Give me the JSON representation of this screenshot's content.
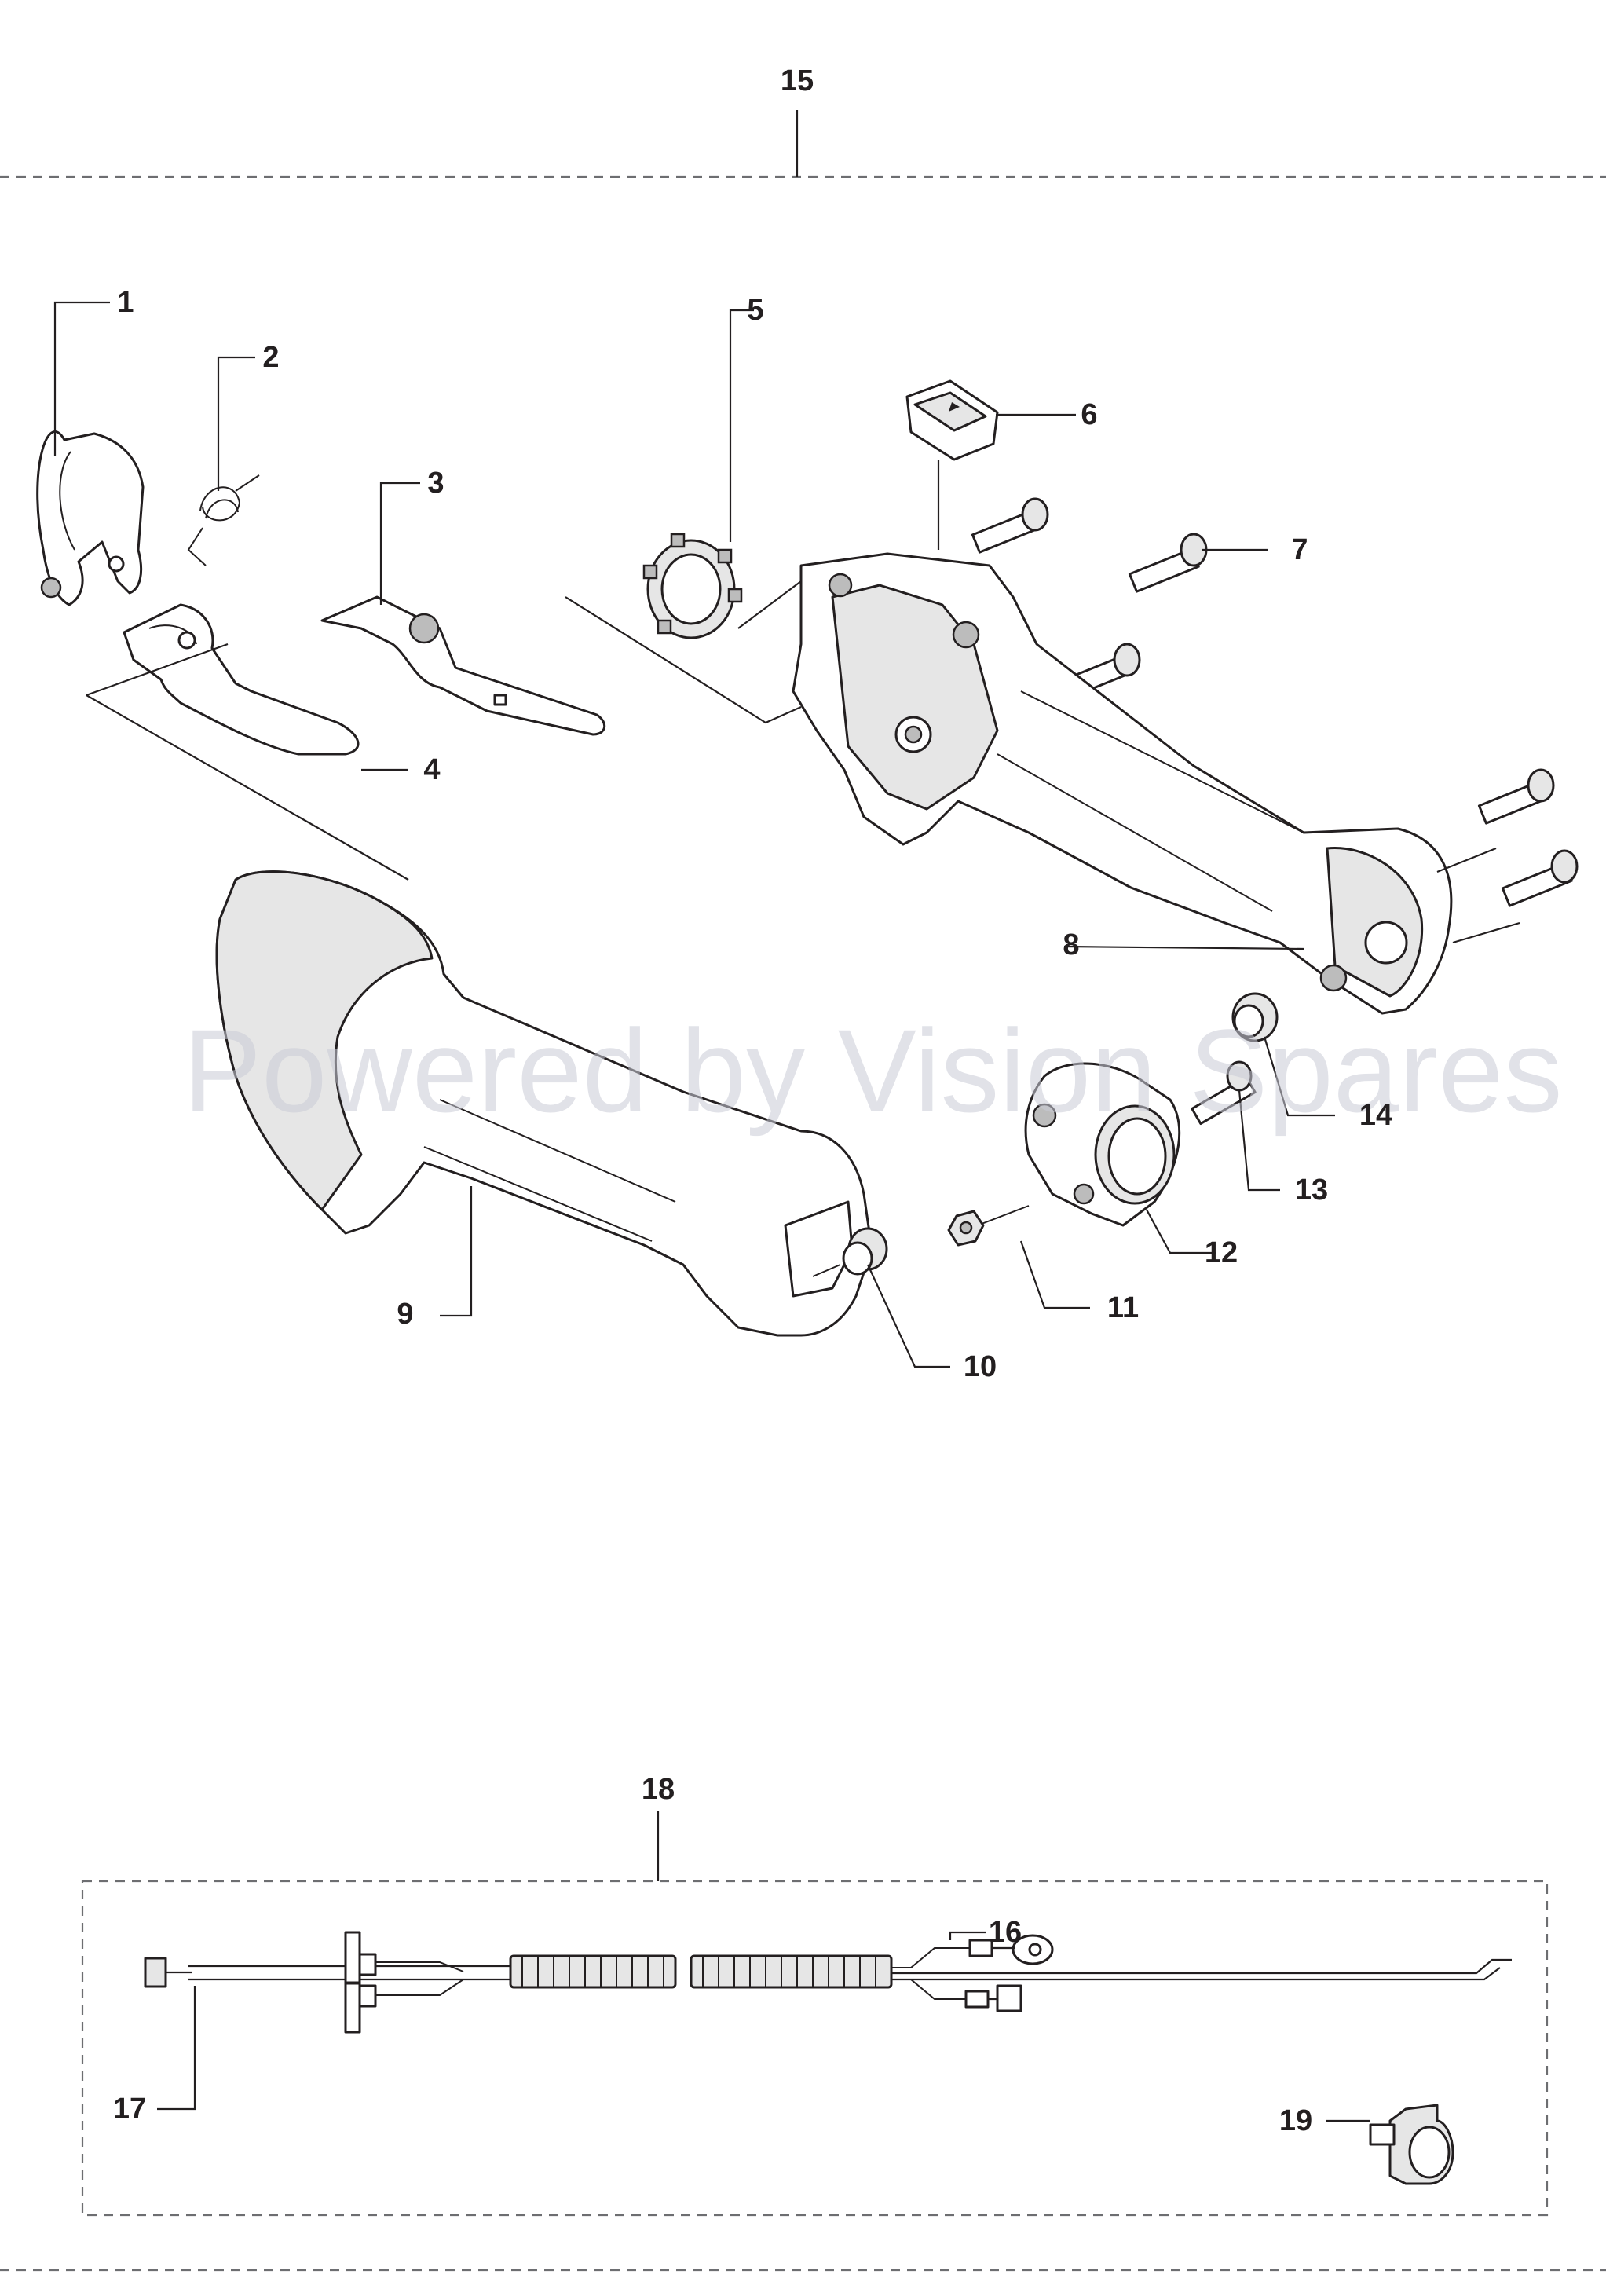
{
  "watermark": "Powered by Vision Spares",
  "callouts": {
    "c1": "1",
    "c2": "2",
    "c3": "3",
    "c4": "4",
    "c5": "5",
    "c6": "6",
    "c7": "7",
    "c8": "8",
    "c9": "9",
    "c10": "10",
    "c11": "11",
    "c12": "12",
    "c13": "13",
    "c14": "14",
    "c15": "15",
    "c16": "16",
    "c17": "17",
    "c18": "18",
    "c19": "19"
  }
}
